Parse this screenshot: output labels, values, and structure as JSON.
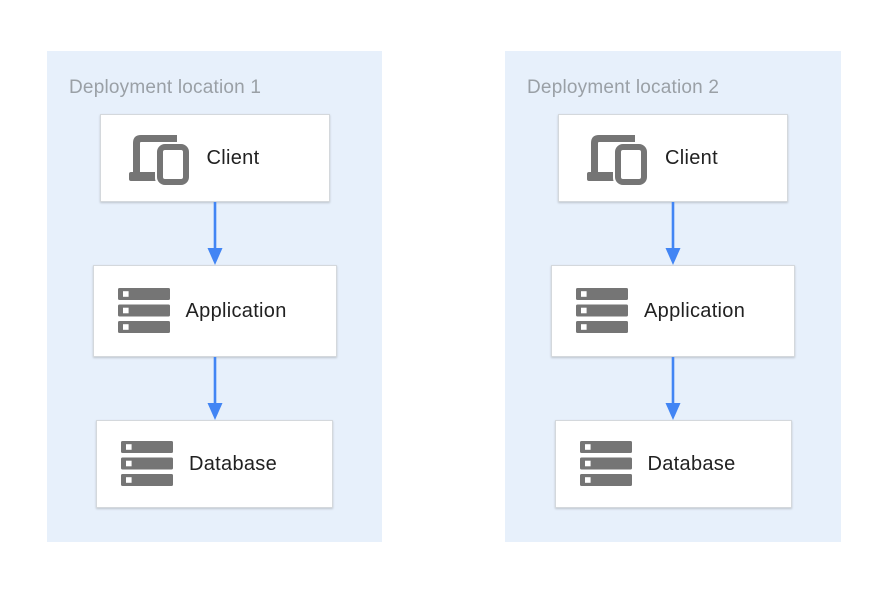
{
  "colors": {
    "page_bg": "#ffffff",
    "panel_bg": "#e7f0fb",
    "box_bg": "#ffffff",
    "box_border": "#d4d8dc",
    "arrow_blue": "#4285f4",
    "icon_gray": "#757575",
    "title_gray": "#9aa0a6",
    "label_color": "#212121"
  },
  "diagram": {
    "panels": [
      {
        "title": "Deployment location 1",
        "nodes": [
          {
            "label": "Client",
            "icon": "client-devices-icon"
          },
          {
            "label": "Application",
            "icon": "server-stack-icon"
          },
          {
            "label": "Database",
            "icon": "server-stack-icon"
          }
        ]
      },
      {
        "title": "Deployment location 2",
        "nodes": [
          {
            "label": "Client",
            "icon": "client-devices-icon"
          },
          {
            "label": "Application",
            "icon": "server-stack-icon"
          },
          {
            "label": "Database",
            "icon": "server-stack-icon"
          }
        ]
      }
    ]
  }
}
